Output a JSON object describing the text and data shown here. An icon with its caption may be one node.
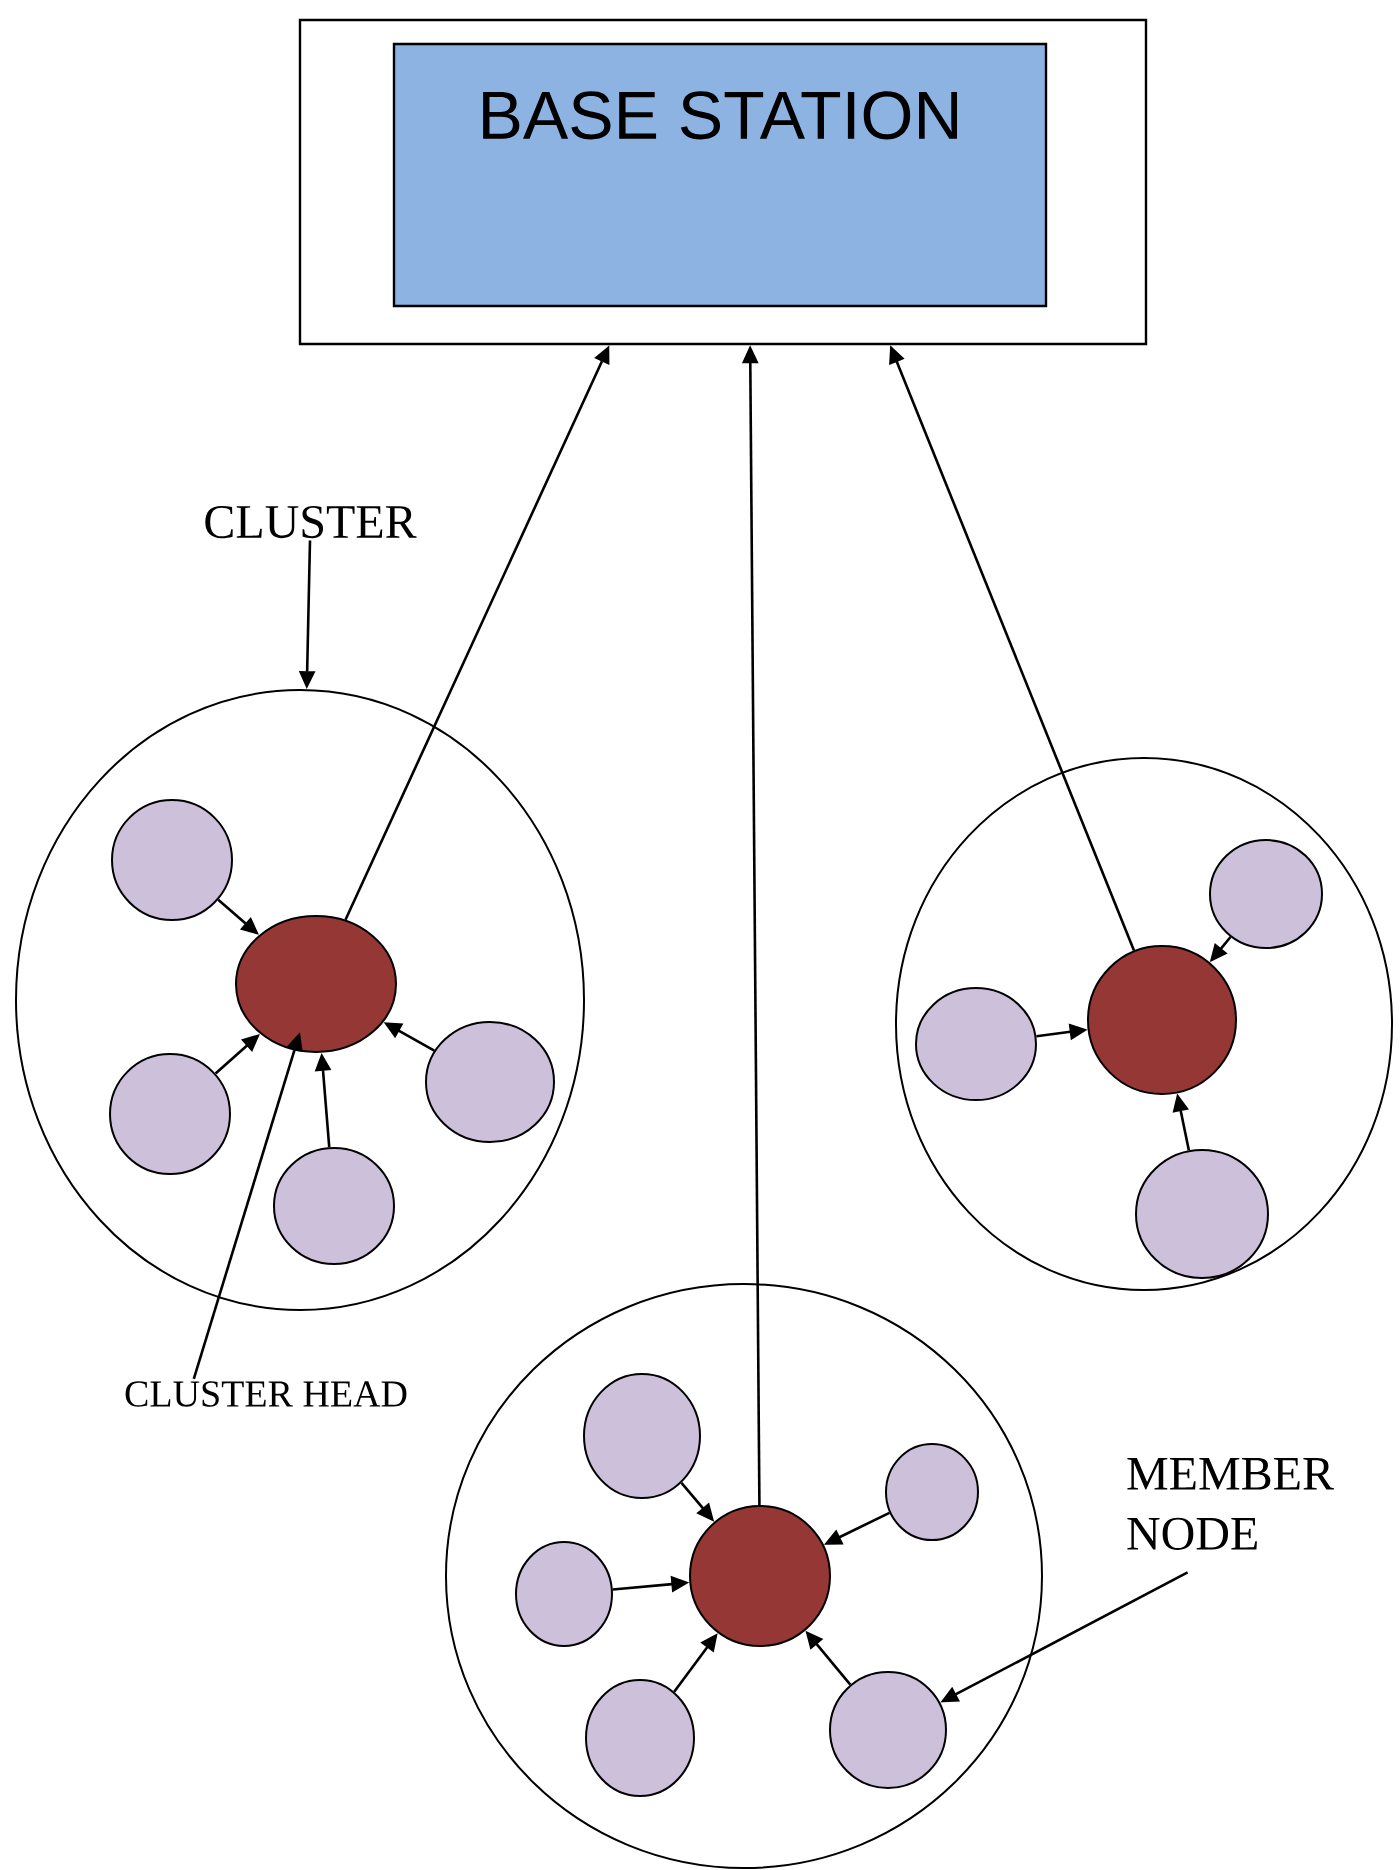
{
  "diagram": {
    "nodes": [
      {
        "text": [],
        "shape": "box"
      },
      {
        "text": [
          "BASE STATION"
        ],
        "in": 0
      },
      {
        "text": [
          "CLUSTER"
        ]
      },
      {
        "text": [],
        "shape": "circle"
      },
      {
        "text": [],
        "shape": "circle",
        "in": 3
      },
      {
        "text": [],
        "shape": "circle",
        "in": 3
      },
      {
        "text": [],
        "shape": "circle",
        "in": 3
      },
      {
        "text": [],
        "shape": "circle",
        "in": 3
      },
      {
        "text": [],
        "shape": "circle",
        "in": 3
      },
      {
        "text": [],
        "shape": "circle"
      },
      {
        "text": [],
        "shape": "circle",
        "in": 9
      },
      {
        "text": [],
        "shape": "circle",
        "in": 9
      },
      {
        "text": [],
        "shape": "circle",
        "in": 9
      },
      {
        "text": [],
        "shape": "circle",
        "in": 9
      },
      {
        "text": [
          "CLUSTER HEAD"
        ]
      },
      {
        "text": [],
        "shape": "circle"
      },
      {
        "text": [],
        "shape": "circle",
        "in": 15
      },
      {
        "text": [],
        "shape": "circle",
        "in": 15
      },
      {
        "text": [],
        "shape": "circle",
        "in": 15
      },
      {
        "text": [],
        "shape": "circle",
        "in": 15
      },
      {
        "text": [],
        "shape": "circle",
        "in": 15
      },
      {
        "text": [],
        "shape": "circle",
        "in": 15
      },
      {
        "text": [
          "MEMBER NODE"
        ]
      }
    ],
    "edges": [
      {
        "from": 2,
        "to": 3,
        "arrow": "to"
      },
      {
        "from": 5,
        "to": 4,
        "arrow": "to"
      },
      {
        "from": 6,
        "to": 4,
        "arrow": "to"
      },
      {
        "from": 7,
        "to": 4,
        "arrow": "to"
      },
      {
        "from": 8,
        "to": 4,
        "arrow": "to"
      },
      {
        "from": 4,
        "to": 0,
        "arrow": "to"
      },
      {
        "from": 11,
        "to": 10,
        "arrow": "to"
      },
      {
        "from": 12,
        "to": 10,
        "arrow": "to"
      },
      {
        "from": 13,
        "to": 10,
        "arrow": "to"
      },
      {
        "from": 10,
        "to": 0,
        "arrow": "to"
      },
      {
        "from": 14,
        "to": 4,
        "arrow": "to"
      },
      {
        "from": 17,
        "to": 16,
        "arrow": "to"
      },
      {
        "from": 18,
        "to": 16,
        "arrow": "to"
      },
      {
        "from": 19,
        "to": 16,
        "arrow": "to"
      },
      {
        "from": 20,
        "to": 16,
        "arrow": "to"
      },
      {
        "from": 21,
        "to": 16,
        "arrow": "to"
      },
      {
        "from": 16,
        "to": 0,
        "arrow": "to"
      },
      {
        "from": 22,
        "to": 21,
        "arrow": "to"
      }
    ]
  }
}
